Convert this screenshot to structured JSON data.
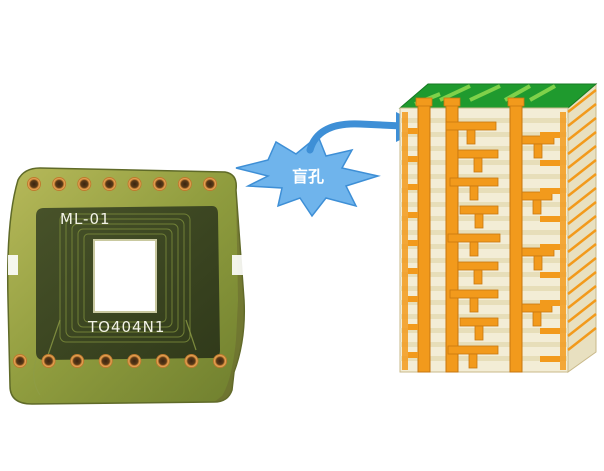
{
  "pcb_photo": {
    "label_top": "ML-01",
    "label_bottom": "TO404N1",
    "pin_count_top": 8,
    "pin_count_bottom": 8
  },
  "callout": {
    "text": "盲孔",
    "burst_color": "#6fb4ec",
    "arrow_color": "#3e8fd6"
  },
  "cross_section": {
    "copper_color": "#f29a1c",
    "laminate_color": "#f3edd6",
    "solder_mask_color": "#1f9a2e"
  }
}
